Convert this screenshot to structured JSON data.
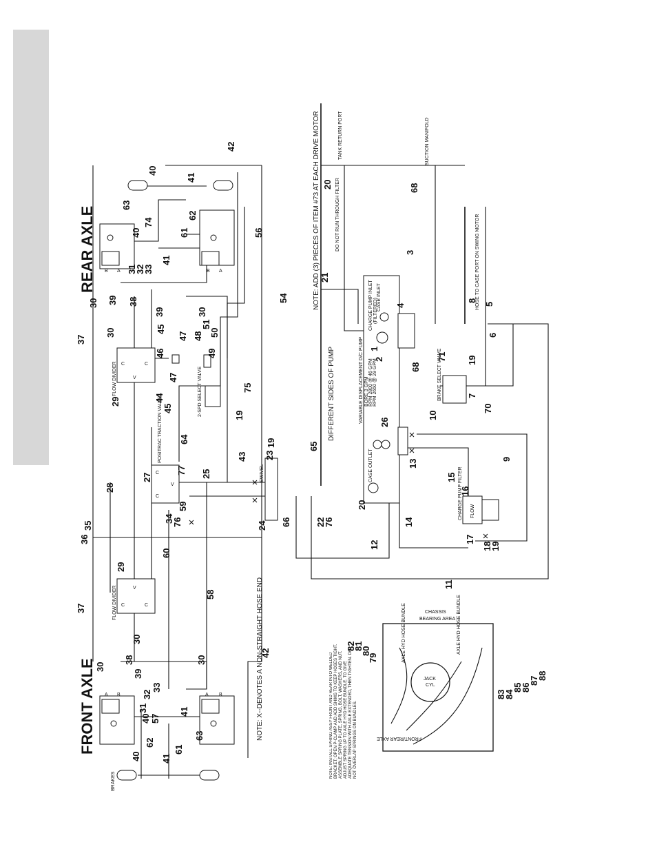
{
  "titles": {
    "front_axle": "FRONT AXLE",
    "rear_axle": "REAR AXLE"
  },
  "notes": {
    "hose_end": "NOTE: X--DENOTES A NON-STRAIGHT HOSE END",
    "drive_motor": "NOTE: ADD (3) PIECES OF ITEM #73 AT EACH DRIVE MOTOR",
    "pump_sides": "DIFFERENT SIDES OF PUMP",
    "spring": "NOTE: INSTALL SPRING ASSY FRONT AND REAR INTO WELDED BRACKET; OPEN P-CLAMP AND ADD SHIMS TO KEEP HOSES TIGHT. ASSEMBLE SPRING PLATE, SPRING, BOLT, WASHERS, AND NUT. ADJUST SPRING UP TO AXLE HYD HOSE BUNDLE. TO GIVE ADEQUATE TENSION WITH AXLE EXTENDED, THEN TIGHTEN. DO NOT OVERLAP SPRINGS ON BUNDLES."
  },
  "components": {
    "brakes": "BRAKES",
    "flow_divider": "FLOW DIVIDER",
    "positrac": "POSITRAC TRACTION VALVE",
    "two_spd": "2-SPD SELECT VALVE",
    "swivel": "SWIVEL",
    "pump": "VARIABLE DISPLACEMENT D/C PUMP",
    "pump_spec1": "BORE 3 GPM",
    "pump_spec2": "RPM 2800 @ 46 GPM",
    "pump_spec3": "RPM 2650 @ 29 GPM",
    "case_outlet": "CASE OUTLET",
    "charge_pump_inlet": "CHARGE PUMP INLET",
    "charge_pump_filter_note": "(FILTERED)",
    "case_inlet": "CASE INLET",
    "charge_pump_filter": "CHARGE PUMP FILTER",
    "flow": "FLOW",
    "brake_select": "BRAKE SELECT VALVE",
    "tank_return": "TANK RETURN PORT",
    "suction": "SUCTION MANIFOLD",
    "do_not_run": "DO NOT RUN THROUGH FILTER",
    "hose_case": "HOSE TO CASE PORT ON SWING MOTOR",
    "chassis": "CHASSIS",
    "bearing_area": "BEARING AREA",
    "axle_hyd_hose_bundle": "AXLE HYD HOSE BUNDLE",
    "jack": "JACK",
    "cyl": "CYL",
    "front_rear_axle": "FRONT/REAR AXLE",
    "port_a": "A",
    "port_b": "B",
    "port_c": "C",
    "port_v": "V"
  },
  "callouts": {
    "c1": "1",
    "c2": "2",
    "c3": "3",
    "c4": "4",
    "c5": "5",
    "c6": "6",
    "c7": "7",
    "c8": "8",
    "c9": "9",
    "c10": "10",
    "c11": "11",
    "c12": "12",
    "c13": "13",
    "c14": "14",
    "c15": "15",
    "c16": "16",
    "c17": "17",
    "c18": "18",
    "c19": "19",
    "c20": "20",
    "c21": "21",
    "c22": "22",
    "c23": "23",
    "c24": "24",
    "c25": "25",
    "c26": "26",
    "c27": "27",
    "c28": "28",
    "c29": "29",
    "c30": "30",
    "c31": "31",
    "c32": "32",
    "c33": "33",
    "c34": "34",
    "c35": "35",
    "c36": "36",
    "c37": "37",
    "c38": "38",
    "c39": "39",
    "c40": "40",
    "c41": "41",
    "c42": "42",
    "c43": "43",
    "c44": "44",
    "c45": "45",
    "c46": "46",
    "c47": "47",
    "c48": "48",
    "c49": "49",
    "c50": "50",
    "c51": "51",
    "c54": "54",
    "c56": "56",
    "c57": "57",
    "c58": "58",
    "c59": "59",
    "c60": "60",
    "c61": "61",
    "c62": "62",
    "c63": "63",
    "c64": "64",
    "c65": "65",
    "c66": "66",
    "c68": "68",
    "c70": "70",
    "c71": "71",
    "c74": "74",
    "c75": "75",
    "c76": "76",
    "c77": "77",
    "c79": "79",
    "c80": "80",
    "c81": "81",
    "c82": "82",
    "c83": "83",
    "c84": "84",
    "c85": "85",
    "c86": "86",
    "c87": "87",
    "c88": "88"
  }
}
